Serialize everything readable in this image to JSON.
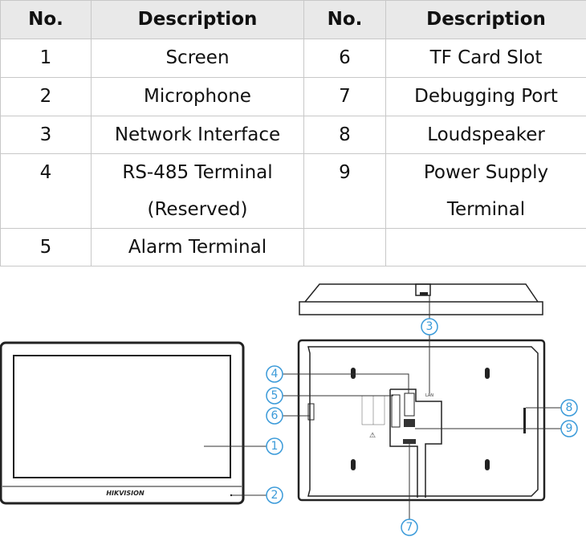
{
  "table": {
    "headers": [
      "No.",
      "Description",
      "No.",
      "Description"
    ],
    "rows": [
      {
        "no1": "1",
        "desc1": "Screen",
        "no2": "6",
        "desc2": "TF Card Slot"
      },
      {
        "no1": "2",
        "desc1": "Microphone",
        "no2": "7",
        "desc2": "Debugging Port"
      },
      {
        "no1": "3",
        "desc1": "Network Interface",
        "no2": "8",
        "desc2": "Loudspeaker"
      },
      {
        "no1": "4",
        "desc1": "RS-485 Terminal (Reserved)",
        "no2": "9",
        "desc2": "Power Supply Terminal"
      },
      {
        "no1": "5",
        "desc1": "Alarm Terminal",
        "no2": "",
        "desc2": ""
      }
    ]
  },
  "diagram": {
    "brand": "HIKVISION",
    "port_label": "LAN",
    "callouts": [
      "1",
      "2",
      "3",
      "4",
      "5",
      "6",
      "7",
      "8",
      "9"
    ],
    "callout_color": "#3a9ad9"
  }
}
